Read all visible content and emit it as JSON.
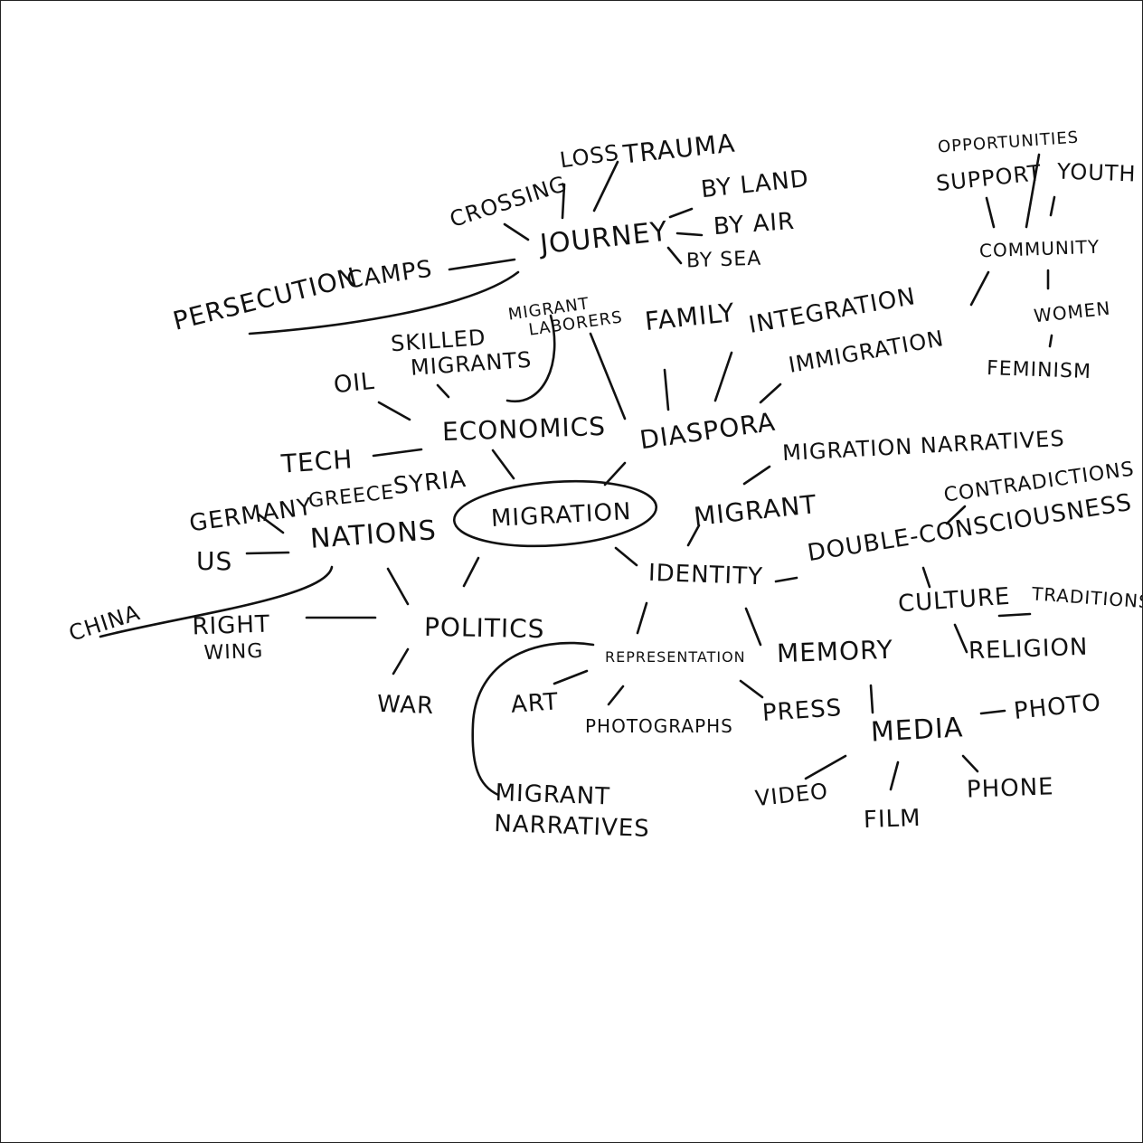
{
  "mindmap": {
    "center": "MIGRATION",
    "nodes": [
      {
        "id": "migration",
        "label": "MIGRATION"
      },
      {
        "id": "journey",
        "label": "JOURNEY"
      },
      {
        "id": "loss",
        "label": "LOSS"
      },
      {
        "id": "trauma",
        "label": "TRAUMA"
      },
      {
        "id": "crossing",
        "label": "CROSSING"
      },
      {
        "id": "by-land",
        "label": "BY LAND"
      },
      {
        "id": "by-air",
        "label": "BY AIR"
      },
      {
        "id": "by-sea",
        "label": "BY SEA"
      },
      {
        "id": "persecution",
        "label": "PERSECUTION"
      },
      {
        "id": "camps",
        "label": "CAMPS"
      },
      {
        "id": "skilled-migrants",
        "label": "SKILLED",
        "label2": "MIGRANTS"
      },
      {
        "id": "migrant-laborers",
        "label": "MIGRANT",
        "label2": "LABORERS"
      },
      {
        "id": "family",
        "label": "FAMILY"
      },
      {
        "id": "integration",
        "label": "INTEGRATION"
      },
      {
        "id": "immigration",
        "label": "IMMIGRATION"
      },
      {
        "id": "opportunities",
        "label": "OPPORTUNITIES"
      },
      {
        "id": "support",
        "label": "SUPPORT"
      },
      {
        "id": "youth",
        "label": "YOUTH"
      },
      {
        "id": "community",
        "label": "COMMUNITY"
      },
      {
        "id": "women",
        "label": "WOMEN"
      },
      {
        "id": "feminism",
        "label": "FEMINISM"
      },
      {
        "id": "oil",
        "label": "OIL"
      },
      {
        "id": "economics",
        "label": "ECONOMICS"
      },
      {
        "id": "diaspora",
        "label": "DIASPORA"
      },
      {
        "id": "tech",
        "label": "TECH"
      },
      {
        "id": "migration-narratives",
        "label": "MIGRATION NARRATIVES"
      },
      {
        "id": "contradictions",
        "label": "CONTRADICTIONS"
      },
      {
        "id": "germany",
        "label": "GERMANY"
      },
      {
        "id": "greece",
        "label": "GREECE"
      },
      {
        "id": "syria",
        "label": "SYRIA"
      },
      {
        "id": "nations",
        "label": "NATIONS"
      },
      {
        "id": "us",
        "label": "US"
      },
      {
        "id": "migrant",
        "label": "MIGRANT"
      },
      {
        "id": "double-consciousness",
        "label": "DOUBLE-CONSCIOUSNESS"
      },
      {
        "id": "identity",
        "label": "IDENTITY"
      },
      {
        "id": "culture",
        "label": "CULTURE"
      },
      {
        "id": "traditions",
        "label": "TRADITIONS"
      },
      {
        "id": "china",
        "label": "CHINA"
      },
      {
        "id": "right-wing",
        "label": "RIGHT",
        "label2": "WING"
      },
      {
        "id": "politics",
        "label": "POLITICS"
      },
      {
        "id": "representation",
        "label": "REPRESENTATION"
      },
      {
        "id": "memory",
        "label": "MEMORY"
      },
      {
        "id": "religion",
        "label": "RELIGION"
      },
      {
        "id": "war",
        "label": "WAR"
      },
      {
        "id": "art",
        "label": "ART"
      },
      {
        "id": "photographs",
        "label": "PHOTOGRAPHS"
      },
      {
        "id": "press",
        "label": "PRESS"
      },
      {
        "id": "media",
        "label": "MEDIA"
      },
      {
        "id": "photo",
        "label": "PHOTO"
      },
      {
        "id": "video",
        "label": "VIDEO"
      },
      {
        "id": "film",
        "label": "FILM"
      },
      {
        "id": "phone",
        "label": "PHONE"
      },
      {
        "id": "migrant-narratives",
        "label": "MIGRANT",
        "label2": "NARRATIVES"
      }
    ]
  }
}
